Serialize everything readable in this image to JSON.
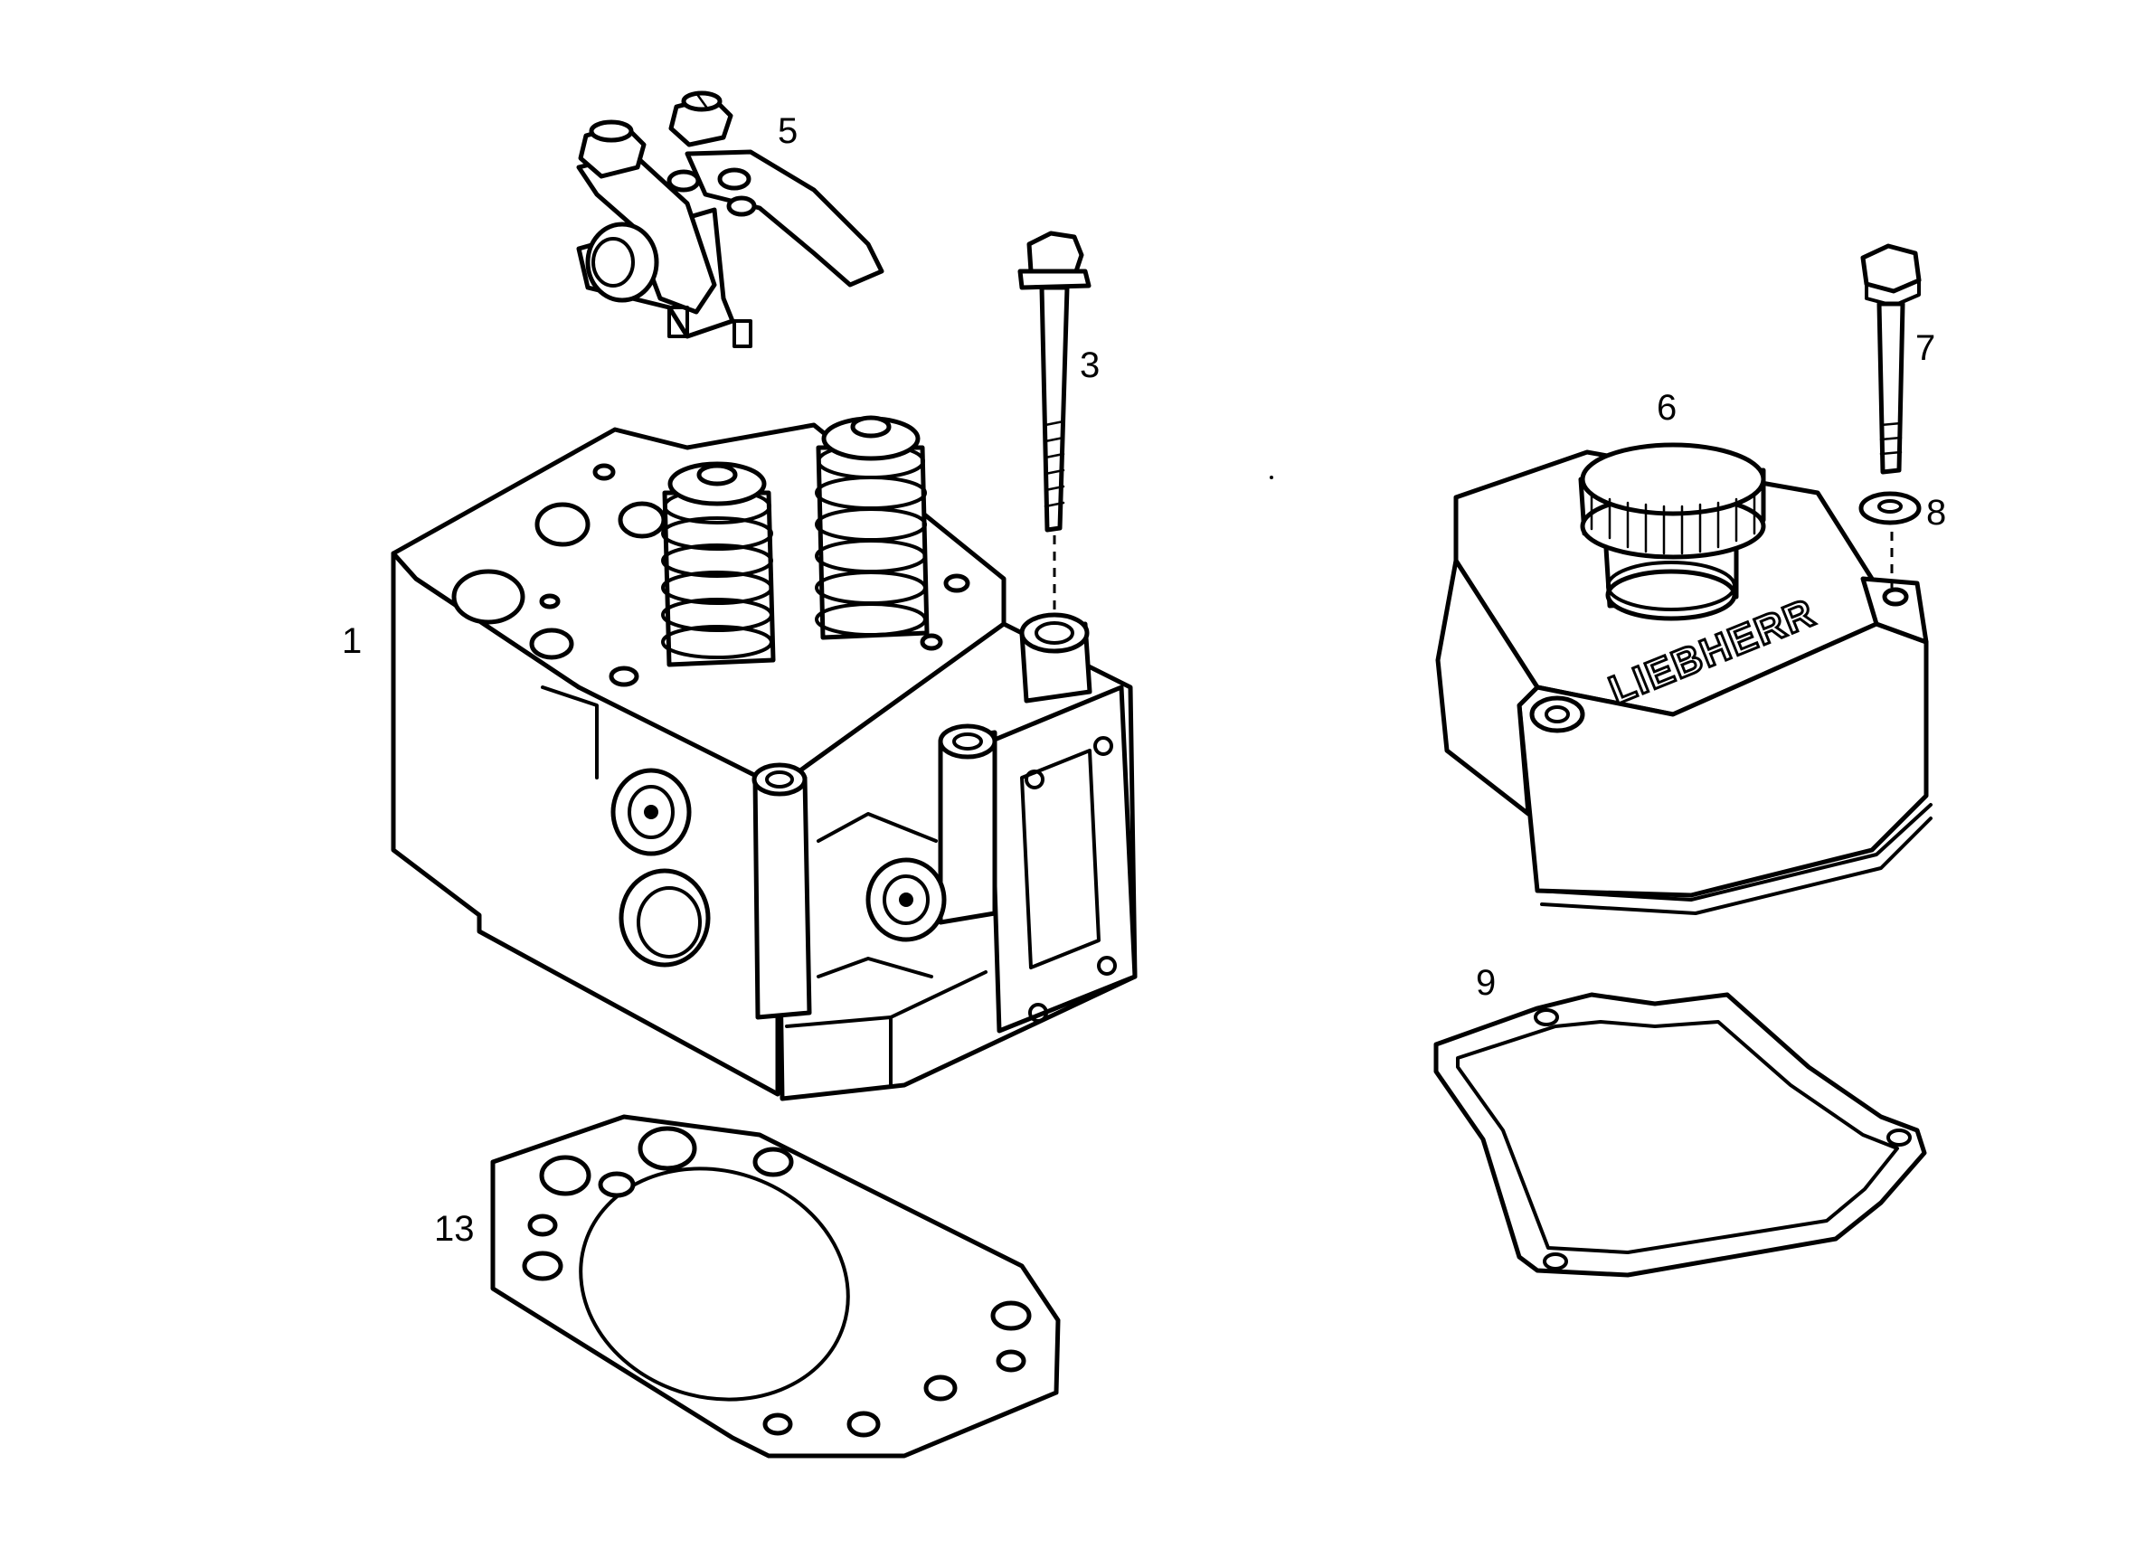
{
  "figure": {
    "type": "exploded-parts-diagram",
    "line_color": "#000000",
    "background": "#ffffff"
  },
  "callouts": {
    "cylinder_head": "1",
    "head_bolt": "3",
    "rocker_arm_assembly": "5",
    "valve_cover": "6",
    "cover_bolt": "7",
    "cover_washer": "8",
    "cover_gasket": "9",
    "head_gasket": "13"
  },
  "brand_marking": "LIEBHERR"
}
